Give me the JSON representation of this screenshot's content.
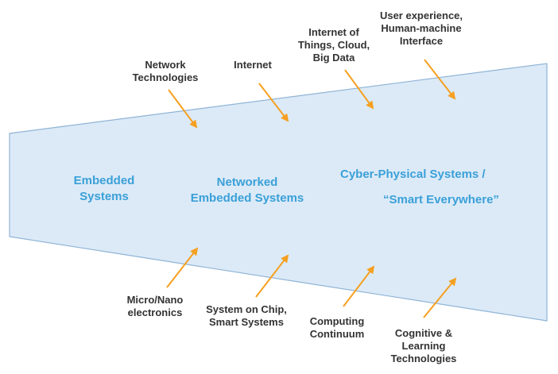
{
  "colors": {
    "funnel_fill": "#dceaf7",
    "funnel_stroke": "#8fb4d6",
    "arrow": "#f5a020",
    "stage_text": "#3aa0d8",
    "label_text": "#333333"
  },
  "stages": [
    {
      "lines": [
        "Embedded",
        "Systems"
      ]
    },
    {
      "lines": [
        "Networked",
        "Embedded Systems"
      ]
    },
    {
      "lines": [
        "Cyber-Physical Systems /",
        "“Smart Everywhere”"
      ]
    }
  ],
  "top_labels": [
    {
      "lines": [
        "Network",
        "Technologies"
      ]
    },
    {
      "lines": [
        "Internet"
      ]
    },
    {
      "lines": [
        "Internet of",
        "Things, Cloud,",
        "Big Data"
      ]
    },
    {
      "lines": [
        "User experience,",
        "Human-machine",
        "Interface"
      ]
    }
  ],
  "bottom_labels": [
    {
      "lines": [
        "Micro/Nano",
        "electronics"
      ]
    },
    {
      "lines": [
        "System on Chip,",
        "Smart Systems"
      ]
    },
    {
      "lines": [
        "Computing",
        "Continuum"
      ]
    },
    {
      "lines": [
        "Cognitive &",
        "Learning",
        "Technologies"
      ]
    }
  ]
}
